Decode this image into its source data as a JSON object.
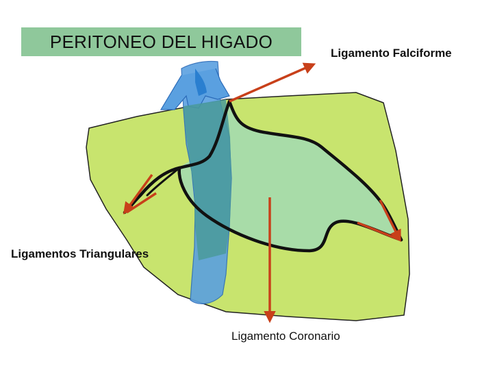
{
  "title": "PERITONEO DEL HIGADO",
  "labels": {
    "falciforme": "Ligamento Falciforme",
    "triangulares": "Ligamentos Triangulares",
    "coronario": "Ligamento Coronario"
  },
  "colors": {
    "liver_fill": "#c8e46e",
    "bare_area_fill": "#a8dca8",
    "vein_fill": "#5aa0e0",
    "vein_overlap": "#4a9a9a",
    "arrow": "#c8401a",
    "title_bg": "#8fc89b",
    "outline": "#111111"
  }
}
